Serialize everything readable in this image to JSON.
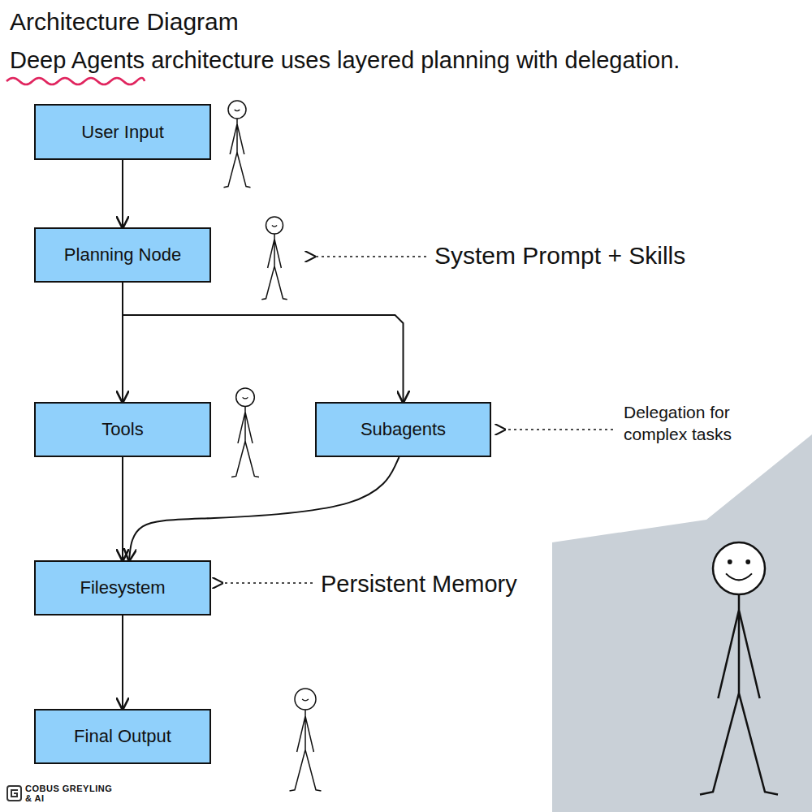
{
  "diagram": {
    "title": "Architecture Diagram",
    "caption": "Deep Agents architecture uses layered planning with delegation.",
    "nodes": [
      {
        "text": [
          "User Input"
        ]
      },
      {
        "text": [
          "Planning Node"
        ]
      },
      {
        "text": [
          "Tools"
        ]
      },
      {
        "text": [
          "Subagents"
        ]
      },
      {
        "text": [
          "Filesystem"
        ]
      },
      {
        "text": [
          "Final Output"
        ]
      }
    ],
    "edges": [
      {
        "from": 0,
        "to": 1,
        "arrow": "to"
      },
      {
        "from": 1,
        "to": 2,
        "arrow": "to"
      },
      {
        "from": 1,
        "to": 3,
        "arrow": "to"
      },
      {
        "from": 2,
        "to": 4,
        "arrow": "to"
      },
      {
        "from": 3,
        "to": 4,
        "arrow": "to"
      },
      {
        "from": 4,
        "to": 5,
        "arrow": "to"
      }
    ],
    "labels": [
      "System Prompt + Skills",
      "Delegation for complex tasks",
      "Persistent Memory",
      "COBUS GREYLING & AI"
    ]
  }
}
